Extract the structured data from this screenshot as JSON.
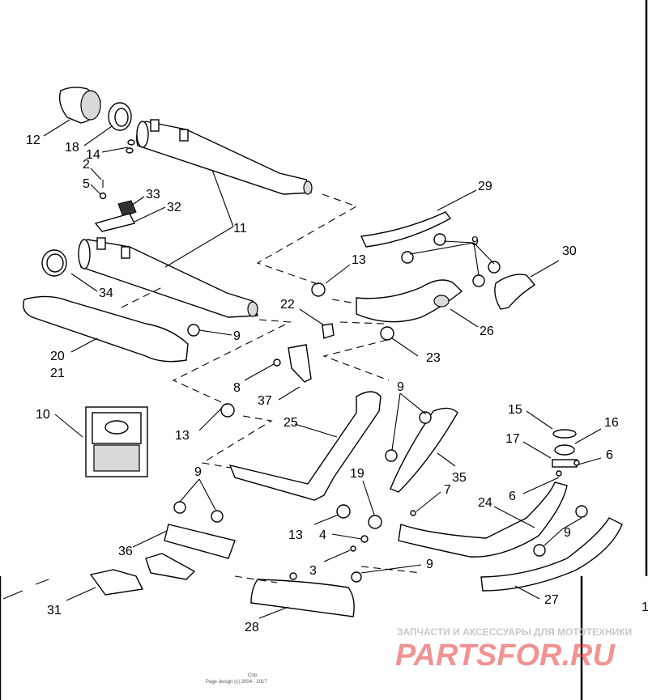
{
  "callouts": [
    {
      "id": "c12",
      "text": "12"
    },
    {
      "id": "c18",
      "text": "18"
    },
    {
      "id": "c14",
      "text": "14"
    },
    {
      "id": "c2",
      "text": "2"
    },
    {
      "id": "c5",
      "text": "5"
    },
    {
      "id": "c33",
      "text": "33"
    },
    {
      "id": "c32",
      "text": "32"
    },
    {
      "id": "c11",
      "text": "11"
    },
    {
      "id": "c29",
      "text": "29"
    },
    {
      "id": "c9a",
      "text": "9"
    },
    {
      "id": "c30",
      "text": "30"
    },
    {
      "id": "c34",
      "text": "34"
    },
    {
      "id": "c13a",
      "text": "13"
    },
    {
      "id": "c22",
      "text": "22"
    },
    {
      "id": "c26",
      "text": "26"
    },
    {
      "id": "c9b",
      "text": "9"
    },
    {
      "id": "c20",
      "text": "20"
    },
    {
      "id": "c21",
      "text": "21"
    },
    {
      "id": "c23",
      "text": "23"
    },
    {
      "id": "c8",
      "text": "8"
    },
    {
      "id": "c37",
      "text": "37"
    },
    {
      "id": "c9c",
      "text": "9"
    },
    {
      "id": "c10",
      "text": "10"
    },
    {
      "id": "c25",
      "text": "25"
    },
    {
      "id": "c15",
      "text": "15"
    },
    {
      "id": "c16",
      "text": "16"
    },
    {
      "id": "c13b",
      "text": "13"
    },
    {
      "id": "c17",
      "text": "17"
    },
    {
      "id": "c6a",
      "text": "6"
    },
    {
      "id": "c35",
      "text": "35"
    },
    {
      "id": "c9d",
      "text": "9"
    },
    {
      "id": "c19",
      "text": "19"
    },
    {
      "id": "c6b",
      "text": "6"
    },
    {
      "id": "c7",
      "text": "7"
    },
    {
      "id": "c24",
      "text": "24"
    },
    {
      "id": "c13c",
      "text": "13"
    },
    {
      "id": "c4",
      "text": "4"
    },
    {
      "id": "c36",
      "text": "36"
    },
    {
      "id": "c9e",
      "text": "9"
    },
    {
      "id": "c3",
      "text": "3"
    },
    {
      "id": "c9f",
      "text": "9"
    },
    {
      "id": "c31",
      "text": "31"
    },
    {
      "id": "c27",
      "text": "27"
    },
    {
      "id": "c28",
      "text": "28"
    },
    {
      "id": "c1",
      "text": "1"
    }
  ],
  "watermark": {
    "tagline": "ЗАПЧАСТИ И АКСЕССУАРЫ ДЛЯ МОТОТЕХНИКИ",
    "brand": "PARTSFOR.RU"
  },
  "footer": {
    "copy": "Cop",
    "page_design": "Page design (c) 2004 - 2017"
  },
  "colors": {
    "watermark": "#e63a3a",
    "tagline": "#c8c8c8",
    "line": "#000000"
  }
}
